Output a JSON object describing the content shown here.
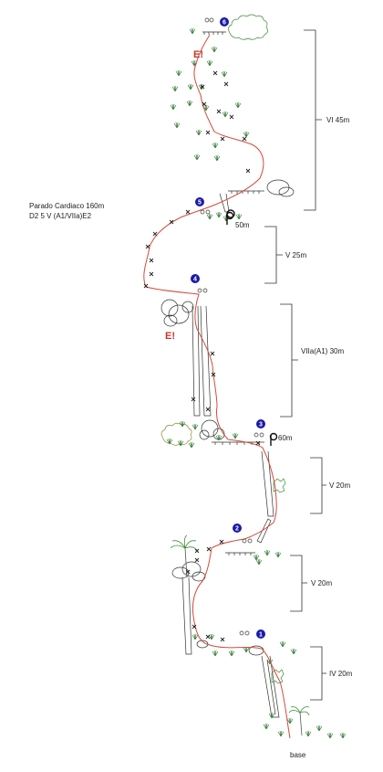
{
  "route_info": {
    "line1": "Parado Cardiaco 160m",
    "line2": "D2 5 V (A1/VIIa)E2"
  },
  "pitches": [
    {
      "number": "6"
    },
    {
      "number": "5"
    },
    {
      "number": "4"
    },
    {
      "number": "3"
    },
    {
      "number": "2"
    },
    {
      "number": "1"
    }
  ],
  "pitch_lengths": [
    "VI 45m",
    "V 25m",
    "VIIa(A1) 30m",
    "V 20m",
    "V 20m",
    "IV 20m"
  ],
  "rappels": [
    "50m",
    "60m"
  ],
  "exit_marks": [
    "E!",
    "E!"
  ],
  "base_label": "base",
  "colors": {
    "route": "#d44a3a",
    "station_marker": "#1a1aa8",
    "vegetation": "#3a8f3a"
  }
}
